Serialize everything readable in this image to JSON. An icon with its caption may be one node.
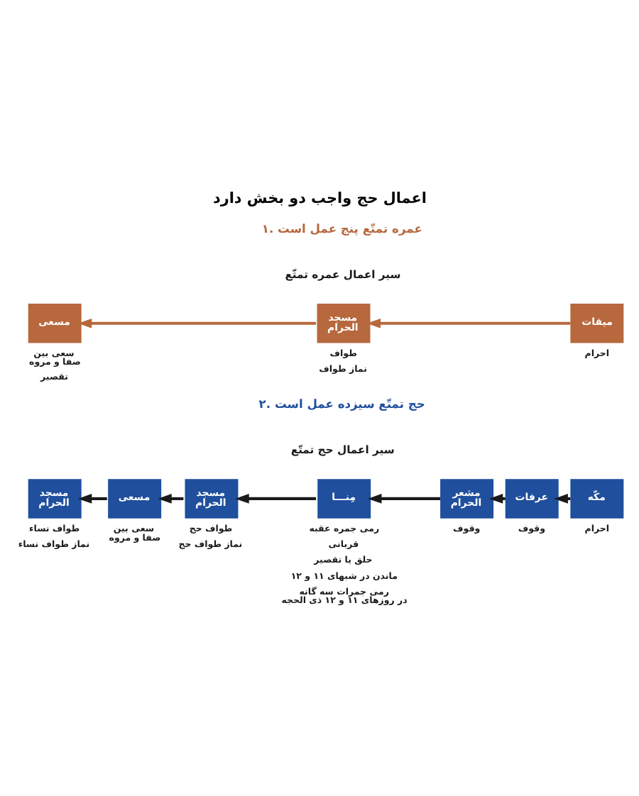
{
  "diagram": {
    "title": "اعمال حج واجب دو بخش دارد",
    "nodes": [
      {
        "text": [
          "میقات"
        ],
        "beside": [
          "احرام"
        ]
      },
      {
        "text": [
          "مسجد الحرام"
        ],
        "beside": [
          "طواف",
          "نماز طواف"
        ]
      },
      {
        "text": [
          "مسعی"
        ],
        "beside": [
          "سعی بین صفا و مروه",
          "تقصیر"
        ]
      },
      {
        "text": [
          "مکّه"
        ],
        "beside": [
          "احرام"
        ]
      },
      {
        "text": [
          "عرفات"
        ],
        "beside": [
          "وقوف"
        ]
      },
      {
        "text": [
          "مشعر الحرام"
        ],
        "beside": [
          "وقوف"
        ]
      },
      {
        "text": [
          "مِنـــا"
        ],
        "beside": [
          "رمی جمره عقبه",
          "قربانی",
          "حلق یا تقصیر",
          "ماندن در شبهای ۱۱ و ۱۲",
          "رمی جمرات سه گانه در روزهای ۱۱ و ۱۲ ذی الحجه"
        ]
      },
      {
        "text": [
          "مسجد الحرام"
        ],
        "beside": [
          "طواف حج",
          "نماز طواف حج"
        ]
      },
      {
        "text": [
          "مسعی"
        ],
        "beside": [
          "سعی بین صفا و مروه"
        ]
      },
      {
        "text": [
          "مسجد الحرام"
        ],
        "beside": [
          "طواف نساء",
          "نماز طواف نساء"
        ]
      }
    ],
    "edges": [
      {
        "from": 0,
        "to": 1,
        "arrow": "to",
        "color": "#b7683d"
      },
      {
        "from": 1,
        "to": 2,
        "arrow": "to",
        "color": "#b7683d"
      },
      {
        "from": 3,
        "to": 4,
        "arrow": "to"
      },
      {
        "from": 4,
        "to": 5,
        "arrow": "to"
      },
      {
        "from": 5,
        "to": 6,
        "arrow": "to"
      },
      {
        "from": 6,
        "to": 7,
        "arrow": "to"
      },
      {
        "from": 7,
        "to": 8,
        "arrow": "to"
      },
      {
        "from": 8,
        "to": 9,
        "arrow": "to"
      }
    ],
    "labels": [
      "۱. عمره تمتّع پنج عمل است",
      "سیر اعمال عمره تمتّع",
      "۲. حج تمتّع سیزده عمل است",
      "سیر اعمال حج تمتّع"
    ]
  }
}
